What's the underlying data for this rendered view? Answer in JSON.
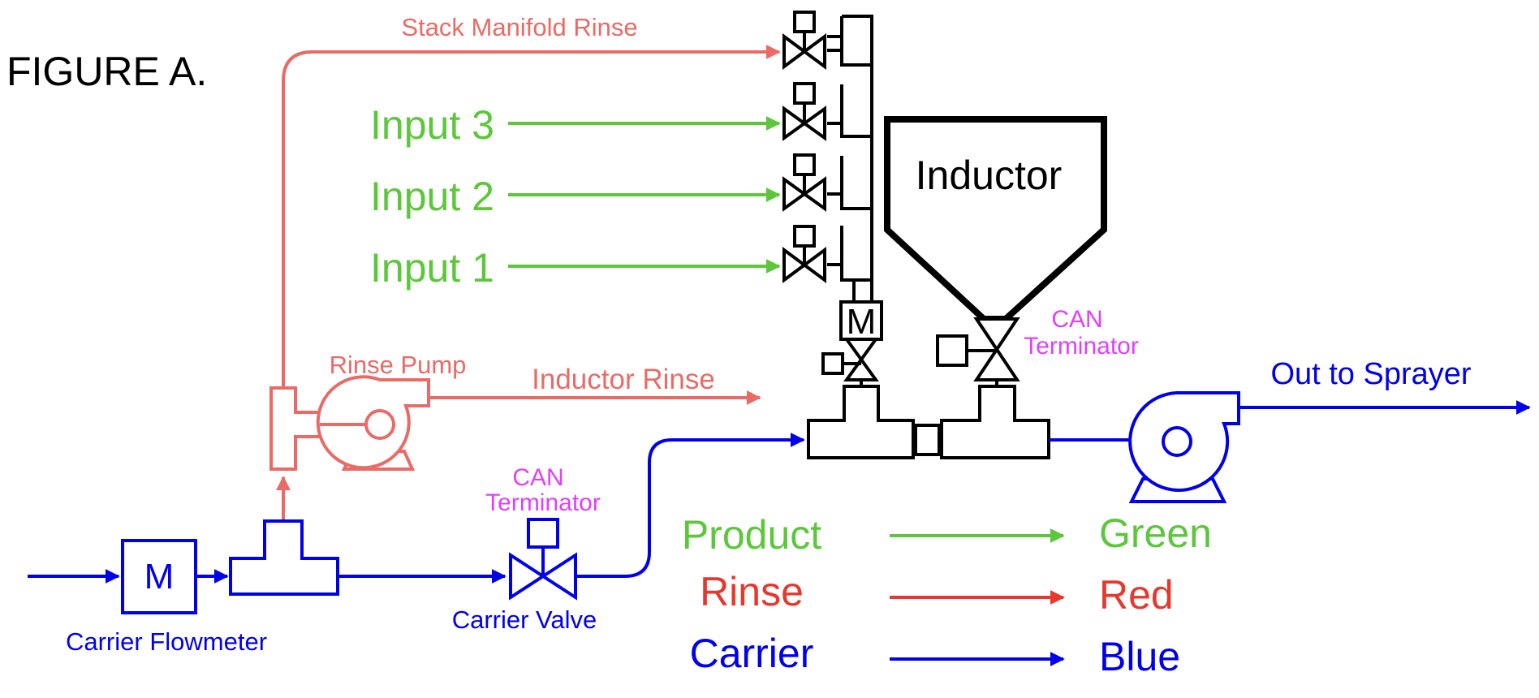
{
  "colors": {
    "product": "#5cc73b",
    "rinse_line": "#ea6b66",
    "rinse_legend": "#e8372c",
    "carrier": "#0000ee",
    "can": "#e040fb",
    "equipment": "#000000"
  },
  "figure_title": "FIGURE A.",
  "labels": {
    "stack_manifold_rinse": "Stack Manifold Rinse",
    "input_3": "Input 3",
    "input_2": "Input 2",
    "input_1": "Input 1",
    "inductor": "Inductor",
    "can_terminator_line1": "CAN",
    "can_terminator_line2": "Terminator",
    "rinse_pump": "Rinse Pump",
    "inductor_rinse": "Inductor Rinse",
    "out_to_sprayer": "Out to Sprayer",
    "flowmeter_symbol": "M",
    "carrier_flowmeter": "Carrier Flowmeter",
    "carrier_valve": "Carrier Valve"
  },
  "legend": [
    {
      "name": "Product",
      "color_name": "Green"
    },
    {
      "name": "Rinse",
      "color_name": "Red"
    },
    {
      "name": "Carrier",
      "color_name": "Blue"
    }
  ]
}
